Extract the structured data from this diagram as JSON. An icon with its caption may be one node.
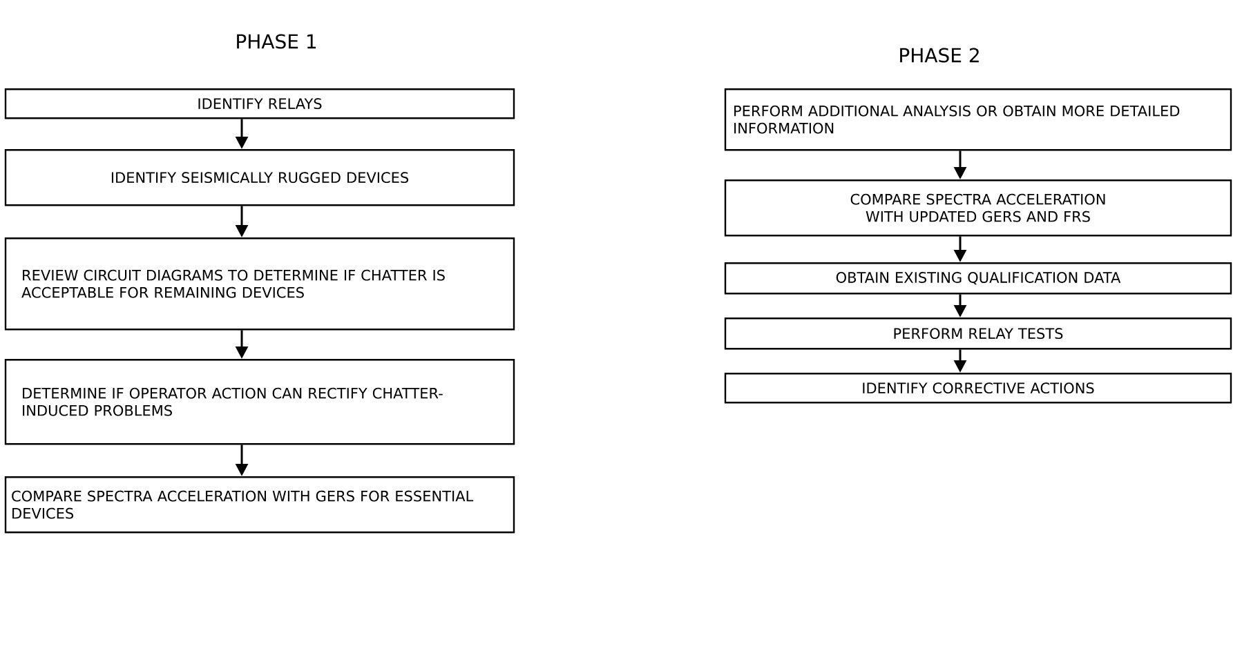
{
  "diagram": {
    "nodes": [
      {
        "text": [
          "IDENTIFY RELAYS"
        ]
      },
      {
        "text": [
          "IDENTIFY SEISMICALLY RUGGED DEVICES"
        ]
      },
      {
        "text": [
          "REVIEW CIRCUIT DIAGRAMS TO DETERMINE IF CHATTER IS ACCEPTABLE FOR REMAINING DEVICES"
        ]
      },
      {
        "text": [
          "DETERMINE IF OPERATOR ACTION CAN RECTIFY CHATTER-INDUCED PROBLEMS"
        ]
      },
      {
        "text": [
          "COMPARE SPECTRA ACCELERATION WITH GERS FOR ESSENTIAL DEVICES"
        ]
      },
      {
        "text": [
          "PERFORM ADDITIONAL ANALYSIS OR OBTAIN MORE DETAILED INFORMATION"
        ]
      },
      {
        "text": [
          "COMPARE SPECTRA ACCELERATION WITH UPDATED GERS AND FRS"
        ]
      },
      {
        "text": [
          "OBTAIN EXISTING QUALIFICATION DATA"
        ]
      },
      {
        "text": [
          "PERFORM RELAY TESTS"
        ]
      },
      {
        "text": [
          "IDENTIFY CORRECTIVE ACTIONS"
        ]
      }
    ],
    "edges": [
      {
        "from": 0,
        "to": 1,
        "arrow": "to"
      },
      {
        "from": 1,
        "to": 2,
        "arrow": "to"
      },
      {
        "from": 2,
        "to": 3,
        "arrow": "to"
      },
      {
        "from": 3,
        "to": 4,
        "arrow": "to"
      },
      {
        "from": 5,
        "to": 6,
        "arrow": "to"
      },
      {
        "from": 6,
        "to": 7,
        "arrow": "to"
      },
      {
        "from": 7,
        "to": 8,
        "arrow": "to"
      },
      {
        "from": 8,
        "to": 9,
        "arrow": "to"
      }
    ],
    "labels": [
      "PHASE 1",
      "PHASE 2"
    ]
  }
}
